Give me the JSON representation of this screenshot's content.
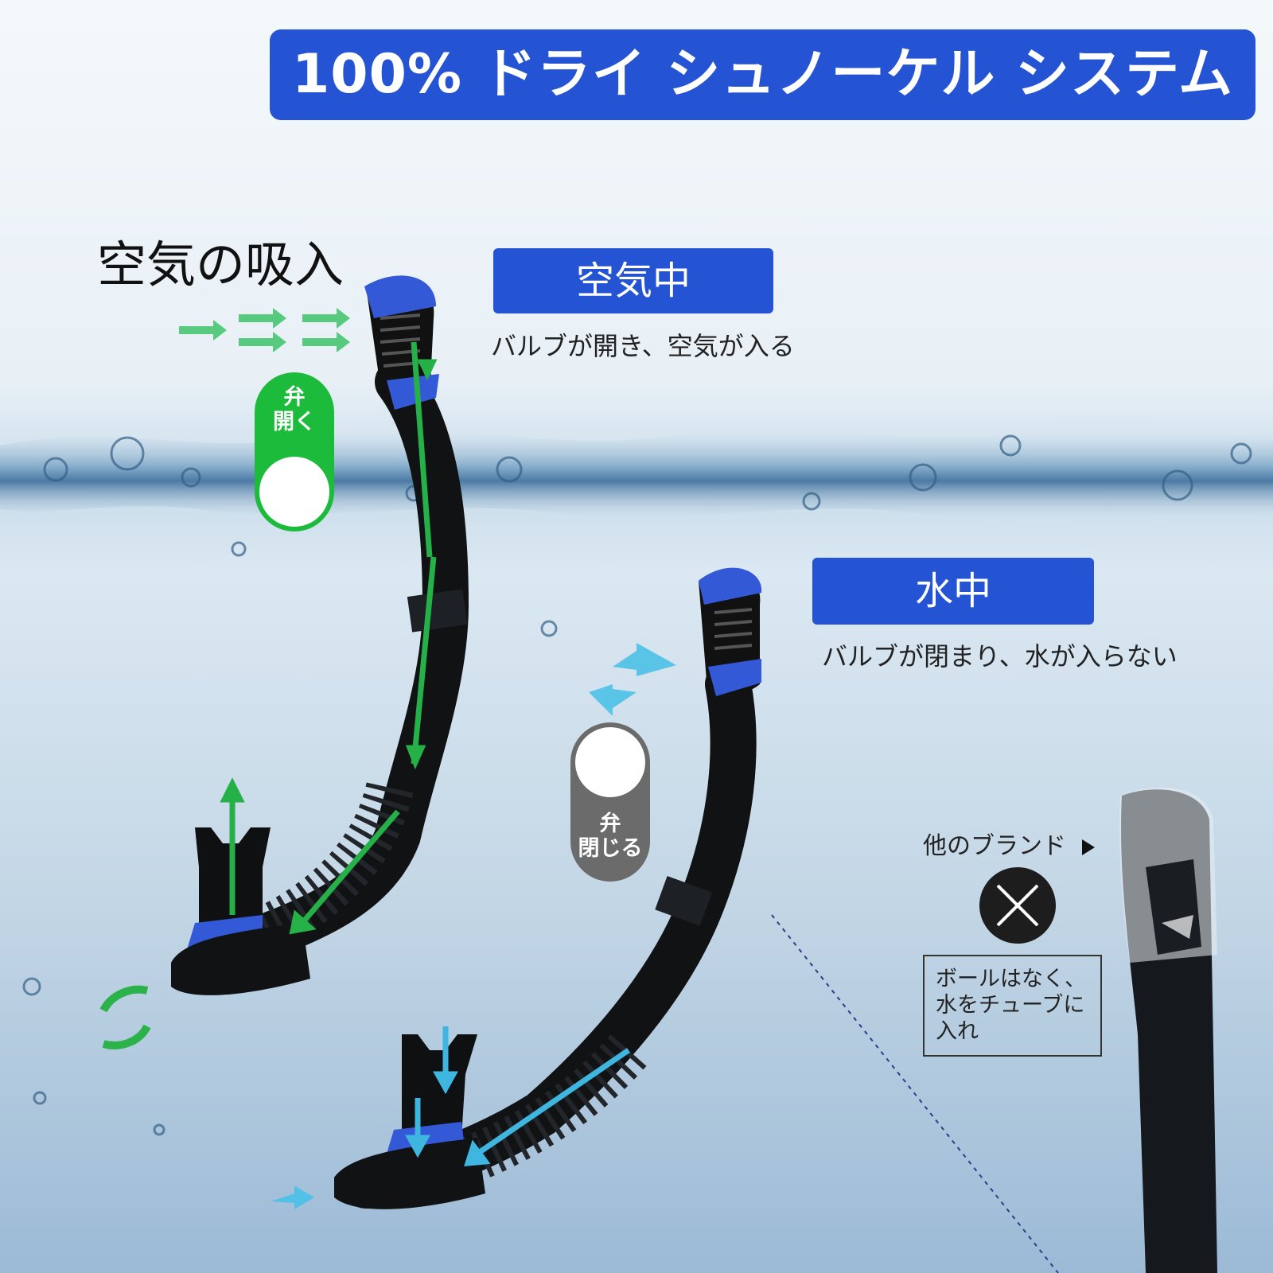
{
  "header": {
    "title": "100% ドライ シュノーケル システム"
  },
  "intake_label": "空気の吸入",
  "states": {
    "air": {
      "label": "空気中",
      "description": "バルブが開き、空気が入る",
      "badge_line1": "弁",
      "badge_line2": "開く",
      "badge_color": "#1dbb3b"
    },
    "water": {
      "label": "水中",
      "description": "バルブが閉まり、水が入らない",
      "badge_line1": "弁",
      "badge_line2": "閉じる",
      "badge_color": "#6b6b6b"
    }
  },
  "comparison": {
    "title": "他のブランド",
    "arrow_icon": "caret-right-icon",
    "mark_icon": "cross-icon",
    "note_lines": [
      "ボールはなく、",
      "水をチューブに",
      "入れ"
    ]
  },
  "colors": {
    "accent_blue": "#2453d3",
    "open_green": "#1dbb3b",
    "closed_gray": "#6b6b6b",
    "flow_cyan": "#3eb6e0"
  }
}
